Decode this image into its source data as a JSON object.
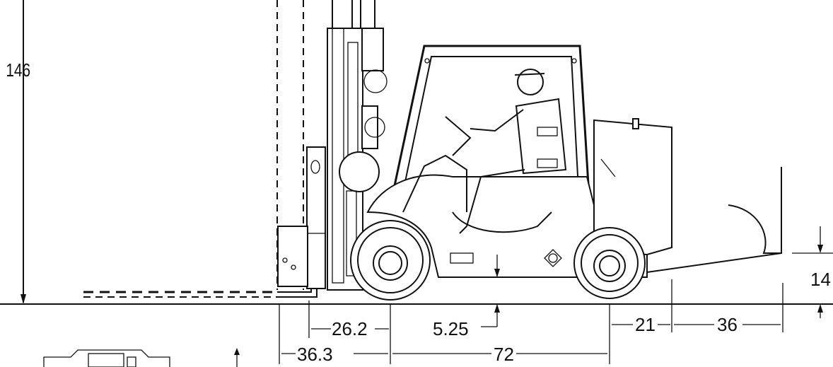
{
  "dimensions": {
    "overall_height": "146",
    "load_center": "26.2",
    "front_overhang": "36.3",
    "wheelbase": "72",
    "ground_clearance": "5.25",
    "rear_overhang": "21",
    "counterweight_extension": "36",
    "rear_height": "14"
  }
}
